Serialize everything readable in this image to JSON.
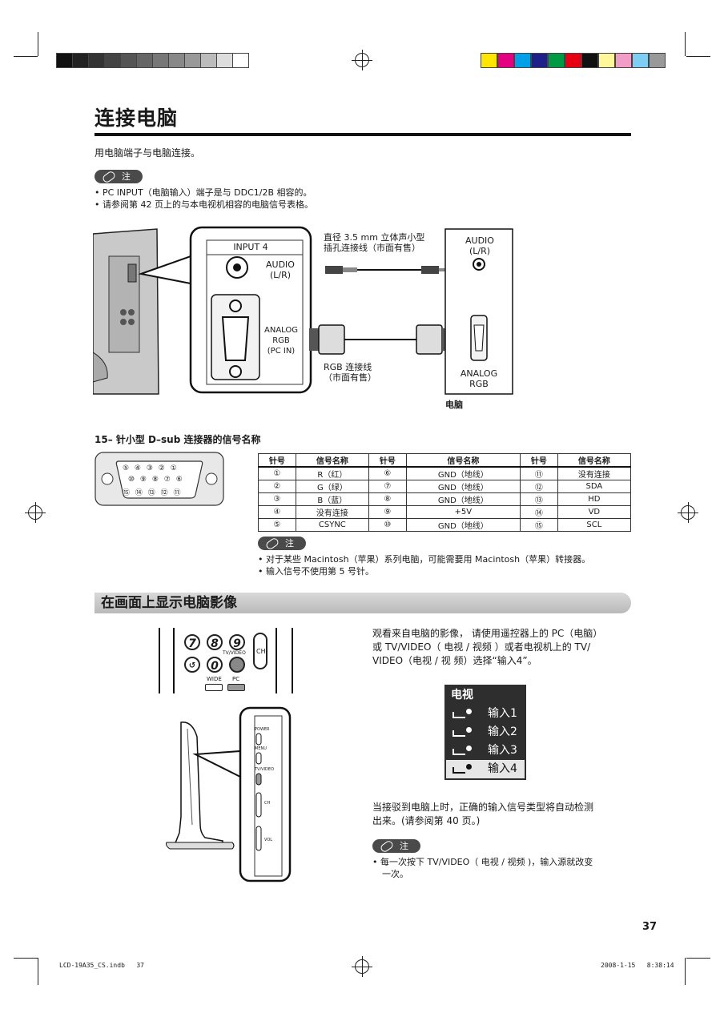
{
  "page": {
    "title": "连接电脑",
    "intro": "用电脑端子与电脑连接。",
    "note_label": "注",
    "notes_top": [
      "PC INPUT（电脑输入）端子是与 DDC1/2B 相容的。",
      "请参阅第 42 页上的与本电视机相容的电脑信号表格。"
    ],
    "page_number": "37",
    "footer_file": "LCD-19A35_CS.indb   37",
    "footer_date": "2008-1-15   8:38:14"
  },
  "diagram": {
    "input4_label": "INPUT 4",
    "input_number": "4",
    "audio_lr_tv": "AUDIO\n(L/R)",
    "analog_rgb_tv": "ANALOG\nRGB\n(PC IN)",
    "cable_audio": "直径 3.5 mm 立体声小型\n插孔连接线（市面有售）",
    "cable_rgb": "RGB 连接线\n（市面有售）",
    "pc_audio": "AUDIO\n(L/R)",
    "pc_analog_rgb": "ANALOG\nRGB",
    "pc_label": "电脑"
  },
  "connector": {
    "heading": "15– 针小型 D–sub 连接器的信号名称",
    "row1": [
      "⑤",
      "④",
      "③",
      "②",
      "①"
    ],
    "row2": [
      "⑩",
      "⑨",
      "⑧",
      "⑦",
      "⑥"
    ],
    "row3": [
      "⑮",
      "⑭",
      "⑬",
      "⑫",
      "⑪"
    ]
  },
  "signal_table": {
    "headers": [
      "针号",
      "信号名称",
      "针号",
      "信号名称",
      "针号",
      "信号名称"
    ],
    "rows": [
      [
        "①",
        "R（红）",
        "⑥",
        "GND（地线）",
        "⑪",
        "没有连接"
      ],
      [
        "②",
        "G（绿）",
        "⑦",
        "GND（地线）",
        "⑫",
        "SDA"
      ],
      [
        "③",
        "B（蓝）",
        "⑧",
        "GND（地线）",
        "⑬",
        "HD"
      ],
      [
        "④",
        "没有连接",
        "⑨",
        "+5V",
        "⑭",
        "VD"
      ],
      [
        "⑤",
        "CSYNC",
        "⑩",
        "GND（地线）",
        "⑮",
        "SCL"
      ]
    ]
  },
  "notes_mid": [
    "对于某些 Macintosh（苹果）系列电脑，可能需要用 Macintosh（苹果）转接器。",
    "输入信号不使用第 5 号针。"
  ],
  "section2": {
    "heading": "在画面上显示电脑影像",
    "para_line1": "观看来自电脑的影像， 请使用遥控器上的 PC（电脑）",
    "para_line2": "或 TV/VIDEO（ 电视 / 视频 ）或者电视机上的 TV/",
    "para_line3": "VIDEO（电视 / 视 频）选择“输入4”。",
    "auto_detect_1": "当接驳到电脑上时，正确的输入信号类型将自动检测",
    "auto_detect_2": "出来。(请参阅第 40 页。)",
    "note_line1": "每一次按下 TV/VIDEO（ 电视 / 视频 )，输入源就改变",
    "note_line2": "一次。"
  },
  "menu": {
    "title": "电视",
    "items": [
      "输入1",
      "输入2",
      "输入3",
      "输入4"
    ],
    "selected": "输入4"
  },
  "remote": {
    "keys": [
      "7",
      "8",
      "9",
      "0"
    ],
    "tvvideo_label": "TV/VIDEO",
    "ch_label": "CH",
    "wide_label": "WIDE",
    "pc_label": "PC"
  },
  "tv_side": {
    "power": "POWER",
    "menu": "MENU",
    "tvvideo": "TV/VIDEO",
    "ch": "CH",
    "vol": "VOL"
  },
  "colors": {
    "gray_swatches": [
      "#111111",
      "#222222",
      "#333333",
      "#444444",
      "#555555",
      "#666666",
      "#777777",
      "#888888",
      "#999999",
      "#bbbbbb",
      "#dddddd",
      "#ffffff"
    ],
    "color_swatches": [
      "#ffe600",
      "#e4007f",
      "#00a0e9",
      "#1d2088",
      "#009944",
      "#e60012",
      "#111111",
      "#fff799",
      "#f29cc8",
      "#7ecef4",
      "#999999"
    ]
  }
}
